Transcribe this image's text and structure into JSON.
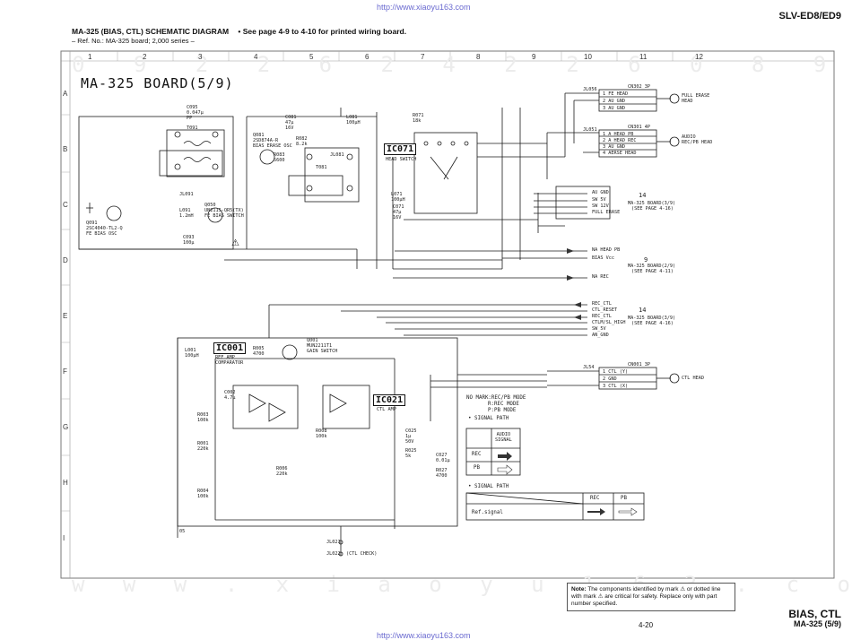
{
  "header": {
    "url_top": "http://www.xiaoyu163.com",
    "model": "SLV-ED8/ED9",
    "title": "MA-325 (BIAS, CTL)  SCHEMATIC  DIAGRAM",
    "title_note": "• See page 4-9 to 4-10 for printed wiring board.",
    "ref_no": "– Ref. No.: MA-325 board; 2,000 series –"
  },
  "board_title": "MA-325 BOARD(5/9)",
  "columns": [
    "1",
    "2",
    "3",
    "4",
    "5",
    "6",
    "7",
    "8",
    "9",
    "10",
    "11",
    "12"
  ],
  "rows": [
    "A",
    "B",
    "C",
    "D",
    "E",
    "F",
    "G",
    "H",
    "I"
  ],
  "ics": {
    "ic071": "IC071",
    "ic071_label": "HEAD SWITCH",
    "ic001": "IC001",
    "ic001_label": "REF AMP\nCOMPARATOR",
    "ic021": "IC021",
    "ic021_label": "CTL AMP"
  },
  "connectors": {
    "cn302": {
      "ref": "CN302  3P",
      "jl": "JL056",
      "pins": [
        "1  FE HEAD",
        "2  AU GND",
        "3  AU GND"
      ],
      "dest": "FULL ERASE HEAD"
    },
    "cn301": {
      "ref": "CN301  4P",
      "jl": "JL051",
      "pins": [
        "1  A HEAD PB",
        "2  A HEAD REC",
        "3  AU GND",
        "4  AERSE HEAD"
      ],
      "dest": "AUDIO REC/PB HEAD"
    },
    "cn001": {
      "ref": "CN001  3P",
      "jl": "JL54",
      "pins": [
        "1  CTL (Y)",
        "2  GND",
        "3  CTL (X)"
      ],
      "dest": "CTL HEAD"
    }
  },
  "offpage": {
    "group_c": {
      "signals": [
        "AU GND",
        "SW 5V",
        "SW 12V",
        "FULL ERASE"
      ],
      "ref": "MA-325 BOARD(3/9)",
      "see": "(SEE PAGE 4-16)",
      "marker": "14"
    },
    "group_d": {
      "signals": [
        "NA HEAD PB",
        "BIAS Vcc",
        "NA REC"
      ],
      "ref": "MA-325 BOARD(2/9)",
      "see": "(SEE PAGE 4-11)",
      "marker": "9"
    },
    "group_e": {
      "signals": [
        "REC_CTL",
        "CTL_RESET",
        "REC_CTL",
        "CTLM/SL_HIGH",
        "SW_5V",
        "AN_GND"
      ],
      "ref": "MA-325 BOARD(3/9)",
      "see": "(SEE PAGE 4-16)",
      "marker": "14"
    }
  },
  "parts": {
    "t091": "T091",
    "t081": "T081",
    "jl091": "JL091",
    "jl081": "JL081",
    "c095": "C095\n0.047μ\nPP",
    "c081": "C081\n47μ\n16V",
    "l081": "L081\n100μH",
    "q081": "Q081\n2SD874A-R\nBIAS ERASE OSC",
    "q091": "Q091\n2SC4040-TL2-Q\nFE BIAS OSC",
    "q050": "Q050\nUN2115-QR5(TX)\nFE BIAS SWITCH",
    "r082": "R082\n8.2k",
    "r083": "R083\n5600",
    "c093": "C093\n100μ",
    "l091": "L091\n1.2mH",
    "r071": "R071\n18k",
    "c071": "C071\n47μ\n16V",
    "l071": "L071\n100μH",
    "q001": "Q001\nMUN2211T1\nGAIN SWITCH",
    "r005": "R005\n4700",
    "l001": "L001\n100μH",
    "r003": "R003\n100k",
    "r001": "R001\n220k",
    "r004": "R004\n100k",
    "c002": "C002\n4.7μ",
    "r006": "R006\n220k",
    "r008": "R008\n100k",
    "c025": "C025\n1μ\n50V",
    "r025": "R025\n5k",
    "c027": "C027\n0.01μ",
    "r027": "R027\n4700",
    "jl021": "JL021",
    "jl022": "JL022",
    "ctl_check": "(CTL CHECK)",
    "label05": "05"
  },
  "legend": {
    "mode_lines": [
      "NO MARK:REC/PB MODE",
      "R:REC MODE",
      "P:PB MODE"
    ],
    "signal_path": "SIGNAL PATH",
    "audio_signal": "AUDIO\nSIGNAL",
    "rec": "REC",
    "pb": "PB",
    "signal_path2": "SIGNAL PATH",
    "ref_signal": "Ref.signal",
    "rec2": "REC",
    "pb2": "PB"
  },
  "note": {
    "label": "Note:",
    "text": "The components identified by mark ⚠ or dotted line with mark ⚠ are critical for safety. Replace only with part number specified."
  },
  "footer": {
    "page": "4-20",
    "title": "BIAS, CTL",
    "subtitle": "MA-325 (5/9)",
    "url_bottom": "http://www.xiaoyu163.com"
  },
  "colors": {
    "line": "#1a1a1a",
    "grid": "#888888",
    "url": "#6a6ad0"
  }
}
